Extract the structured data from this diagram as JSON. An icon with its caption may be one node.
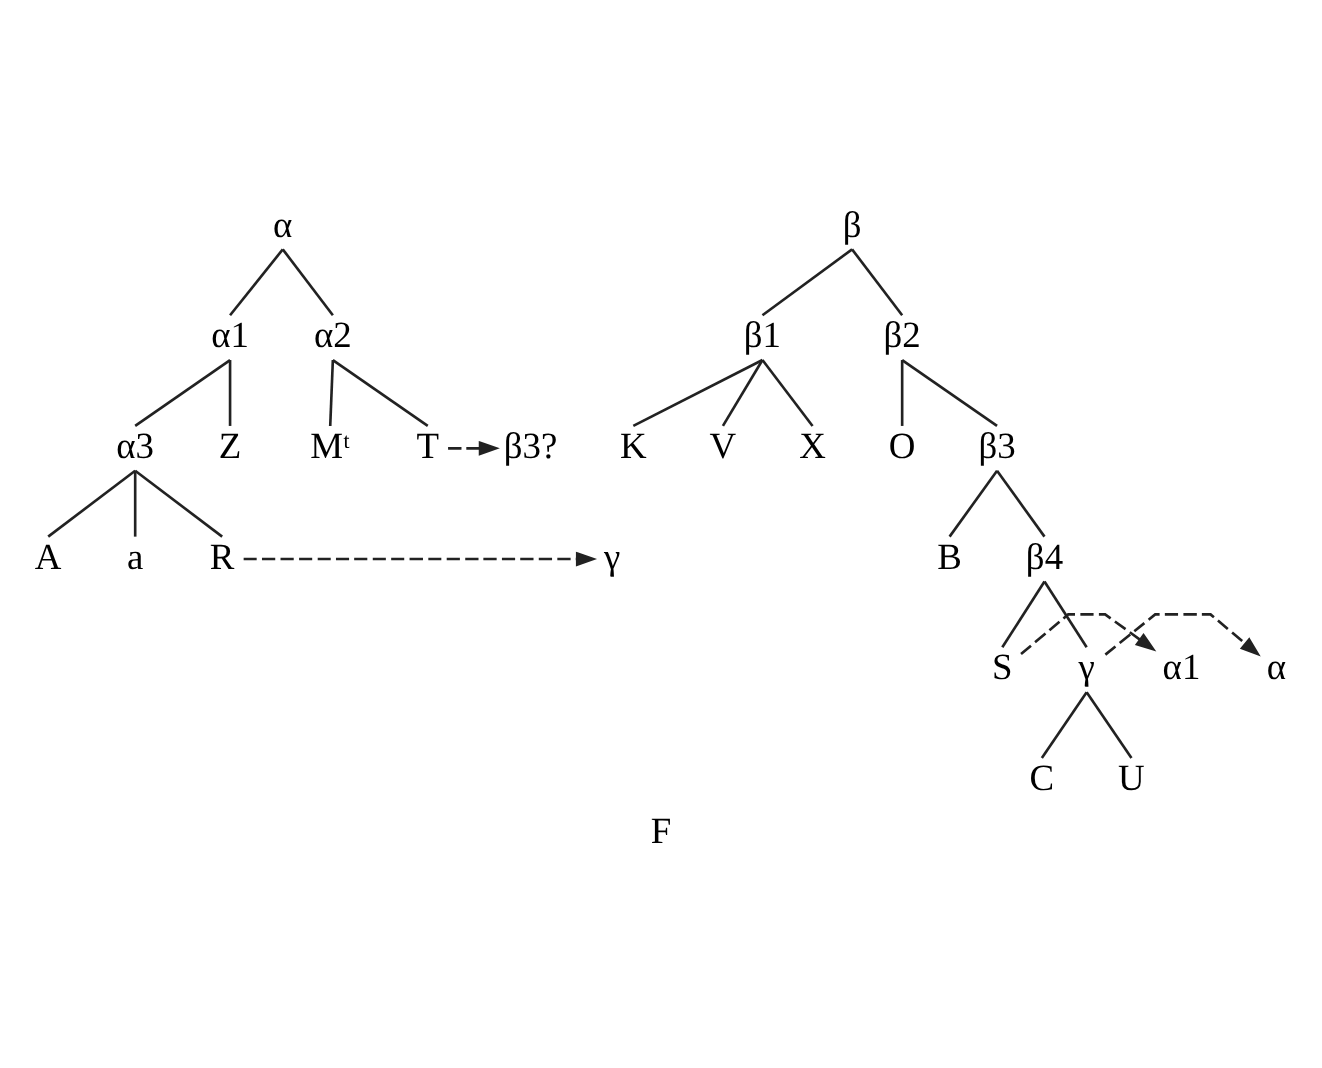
{
  "diagram": {
    "caption": "F",
    "nodes": [
      {
        "text": [
          "α"
        ]
      },
      {
        "text": [
          "α1"
        ]
      },
      {
        "text": [
          "α2"
        ]
      },
      {
        "text": [
          "α3"
        ]
      },
      {
        "text": [
          "Z"
        ]
      },
      {
        "text": [
          "A"
        ]
      },
      {
        "text": [
          "a"
        ]
      },
      {
        "text": [
          "R"
        ]
      },
      {
        "text": [
          "γ"
        ]
      },
      {
        "text": [
          "Mᵗ"
        ]
      },
      {
        "text": [
          "T"
        ]
      },
      {
        "text": [
          "β3?"
        ]
      },
      {
        "text": [
          "β"
        ]
      },
      {
        "text": [
          "β1"
        ]
      },
      {
        "text": [
          "β2"
        ]
      },
      {
        "text": [
          "K"
        ]
      },
      {
        "text": [
          "V"
        ]
      },
      {
        "text": [
          "X"
        ]
      },
      {
        "text": [
          "O"
        ]
      },
      {
        "text": [
          "β3"
        ]
      },
      {
        "text": [
          "B"
        ]
      },
      {
        "text": [
          "β4"
        ]
      },
      {
        "text": [
          "α1"
        ]
      },
      {
        "text": [
          "S"
        ]
      },
      {
        "text": [
          "γ"
        ]
      },
      {
        "text": [
          "α"
        ]
      },
      {
        "text": [
          "C"
        ]
      },
      {
        "text": [
          "U"
        ]
      }
    ],
    "edges": [
      {
        "from": 0,
        "to": 1,
        "arrow": "none"
      },
      {
        "from": 0,
        "to": 2,
        "arrow": "none"
      },
      {
        "from": 1,
        "to": 3,
        "arrow": "none"
      },
      {
        "from": 1,
        "to": 4,
        "arrow": "none"
      },
      {
        "from": 3,
        "to": 5,
        "arrow": "none"
      },
      {
        "from": 3,
        "to": 6,
        "arrow": "none"
      },
      {
        "from": 3,
        "to": 7,
        "arrow": "none"
      },
      {
        "from": 7,
        "to": 8,
        "arrow": "to",
        "style": "dashed"
      },
      {
        "from": 2,
        "to": 9,
        "arrow": "none"
      },
      {
        "from": 2,
        "to": 10,
        "arrow": "none"
      },
      {
        "from": 10,
        "to": 11,
        "arrow": "to",
        "style": "dashed"
      },
      {
        "from": 12,
        "to": 13,
        "arrow": "none"
      },
      {
        "from": 12,
        "to": 14,
        "arrow": "none"
      },
      {
        "from": 13,
        "to": 15,
        "arrow": "none"
      },
      {
        "from": 13,
        "to": 16,
        "arrow": "none"
      },
      {
        "from": 13,
        "to": 17,
        "arrow": "none"
      },
      {
        "from": 14,
        "to": 18,
        "arrow": "none"
      },
      {
        "from": 14,
        "to": 19,
        "arrow": "none"
      },
      {
        "from": 19,
        "to": 20,
        "arrow": "none"
      },
      {
        "from": 19,
        "to": 21,
        "arrow": "none"
      },
      {
        "from": 21,
        "to": 23,
        "arrow": "none"
      },
      {
        "from": 21,
        "to": 24,
        "arrow": "none"
      },
      {
        "from": 23,
        "to": 22,
        "arrow": "to",
        "style": "dashed"
      },
      {
        "from": 24,
        "to": 25,
        "arrow": "to",
        "style": "dashed"
      },
      {
        "from": 24,
        "to": 26,
        "arrow": "none"
      },
      {
        "from": 24,
        "to": 27,
        "arrow": "none"
      }
    ]
  }
}
